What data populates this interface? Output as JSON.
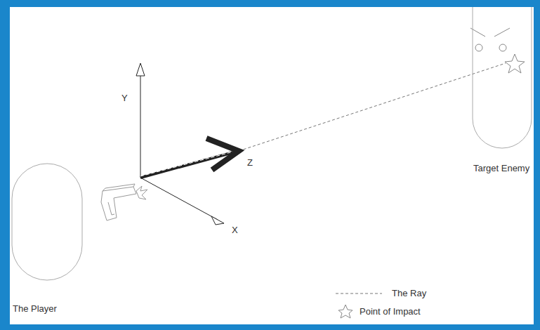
{
  "diagram": {
    "nodes": [
      {
        "text": [
          "The Player"
        ]
      },
      {
        "text": [
          "Target Enemy"
        ]
      }
    ],
    "labels": [
      "Y",
      "Z",
      "X"
    ],
    "legend": [
      {
        "text": "The Ray"
      },
      {
        "text": "Point of Impact"
      }
    ]
  }
}
